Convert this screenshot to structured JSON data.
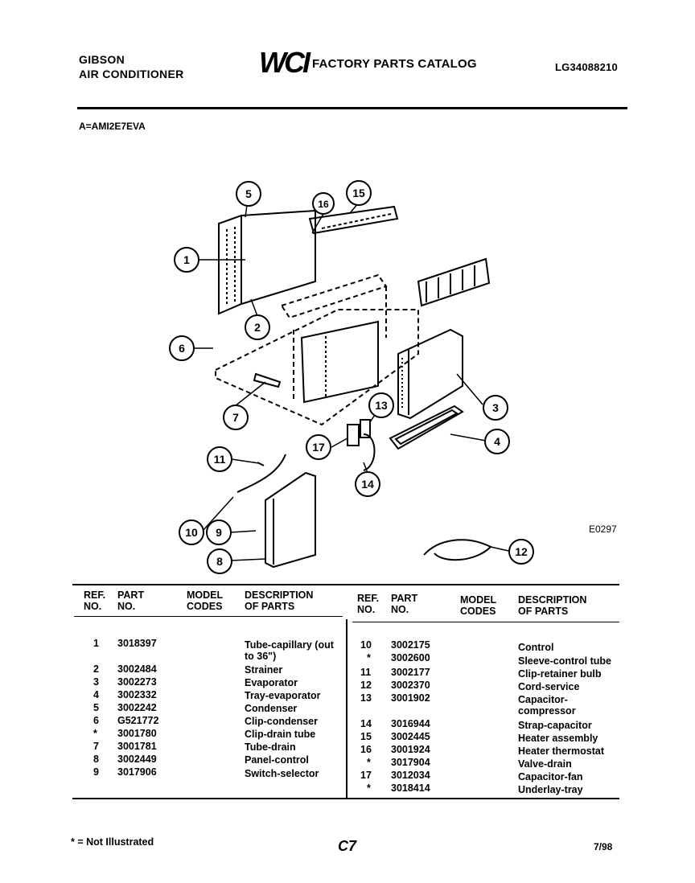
{
  "header": {
    "brand_line1": "GIBSON",
    "brand_line2": "AIR CONDITIONER",
    "logo": "WCI",
    "catalog_title": "FACTORY PARTS CATALOG",
    "catalog_number": "LG34088210",
    "model": "A=AMI2E7EVA"
  },
  "diagram": {
    "code": "E0297",
    "callouts": [
      "1",
      "2",
      "3",
      "4",
      "5",
      "6",
      "7",
      "8",
      "9",
      "10",
      "11",
      "12",
      "13",
      "14",
      "15",
      "16",
      "17"
    ]
  },
  "table": {
    "headers": {
      "ref_l1": "REF.",
      "ref_l2": "NO.",
      "part_l1": "PART",
      "part_l2": "NO.",
      "model_l1": "MODEL",
      "model_l2": "CODES",
      "desc_l1": "DESCRIPTION",
      "desc_l2": "OF PARTS"
    },
    "left": [
      {
        "ref": "1",
        "part": "3018397",
        "desc": "Tube-capillary (out\n   to 36\")"
      },
      {
        "ref": "2",
        "part": "3002484",
        "desc": "Strainer"
      },
      {
        "ref": "3",
        "part": "3002273",
        "desc": "Evaporator"
      },
      {
        "ref": "4",
        "part": "3002332",
        "desc": "Tray-evaporator"
      },
      {
        "ref": "5",
        "part": "3002242",
        "desc": "Condenser"
      },
      {
        "ref": "6",
        "part": "G521772",
        "desc": "Clip-condenser"
      },
      {
        "ref": "*",
        "part": "3001780",
        "desc": "Clip-drain tube"
      },
      {
        "ref": "7",
        "part": "3001781",
        "desc": "Tube-drain"
      },
      {
        "ref": "8",
        "part": "3002449",
        "desc": "Panel-control"
      },
      {
        "ref": "9",
        "part": "3017906",
        "desc": "Switch-selector"
      }
    ],
    "right": [
      {
        "ref": "10",
        "part": "3002175",
        "desc": "Control"
      },
      {
        "ref": "*",
        "part": "3002600",
        "desc": "Sleeve-control tube"
      },
      {
        "ref": "11",
        "part": "3002177",
        "desc": "Clip-retainer bulb"
      },
      {
        "ref": "12",
        "part": "3002370",
        "desc": "Cord-service"
      },
      {
        "ref": "13",
        "part": "3001902",
        "desc": "Capacitor-\n  compressor"
      },
      {
        "ref": "14",
        "part": "3016944",
        "desc": "Strap-capacitor"
      },
      {
        "ref": "15",
        "part": "3002445",
        "desc": "Heater assembly"
      },
      {
        "ref": "16",
        "part": "3001924",
        "desc": "Heater thermostat"
      },
      {
        "ref": "*",
        "part": "3017904",
        "desc": "Valve-drain"
      },
      {
        "ref": "17",
        "part": "3012034",
        "desc": "Capacitor-fan"
      },
      {
        "ref": "*",
        "part": "3018414",
        "desc": "Underlay-tray"
      }
    ]
  },
  "footer": {
    "note": "* = Not Illustrated",
    "page": "C7",
    "date": "7/98"
  }
}
